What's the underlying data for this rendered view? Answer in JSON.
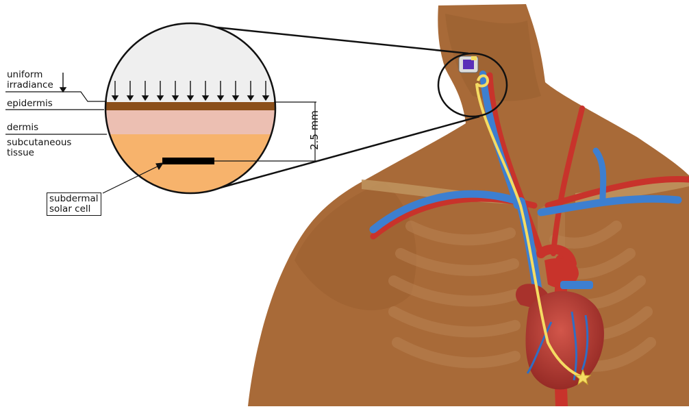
{
  "labels": {
    "uniform_irradiance": "uniform\nirradiance",
    "epidermis": "epidermis",
    "dermis": "dermis",
    "subcutaneous": "subcutaneous\ntissue",
    "solar_cell": "subdermal\nsolar cell",
    "depth": "2.5 mm"
  },
  "colors": {
    "skin_body": "#a86a38",
    "skin_shadow": "#8f5a2c",
    "epidermis": "#8b4f1a",
    "dermis": "#ecbfb2",
    "subcutaneous": "#f7b36c",
    "air": "#efefef",
    "vein": "#3d7fd0",
    "artery": "#c8332b",
    "heart": "#b83a30",
    "lead_wire": "#f5dc63",
    "implant_screen": "#5a2fb8"
  },
  "icons": [
    "arrow-down-icon",
    "star-icon",
    "pacemaker-icon"
  ]
}
